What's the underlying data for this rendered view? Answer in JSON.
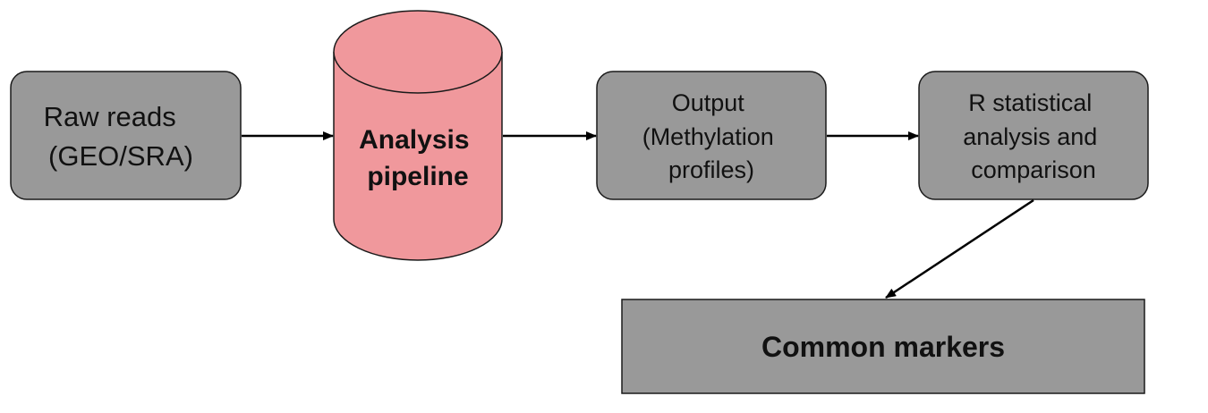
{
  "diagram": {
    "colors": {
      "box_fill": "#999999",
      "box_stroke": "#1a1a1a",
      "cylinder_fill": "#f0989c",
      "arrow": "#000000",
      "background": "#ffffff"
    },
    "nodes": {
      "raw_reads": {
        "line1": "Raw reads",
        "line2": "(GEO/SRA)"
      },
      "analysis_pipeline": {
        "line1": "Analysis",
        "line2": "pipeline"
      },
      "output": {
        "line1": "Output",
        "line2": "(Methylation",
        "line3": "profiles)"
      },
      "r_statistical": {
        "line1": "R statistical",
        "line2": "analysis and",
        "line3": "comparison"
      },
      "common_markers": {
        "label": "Common markers"
      }
    },
    "edges": [
      {
        "from": "raw_reads",
        "to": "analysis_pipeline"
      },
      {
        "from": "analysis_pipeline",
        "to": "output"
      },
      {
        "from": "output",
        "to": "r_statistical"
      },
      {
        "from": "r_statistical",
        "to": "common_markers"
      }
    ]
  }
}
